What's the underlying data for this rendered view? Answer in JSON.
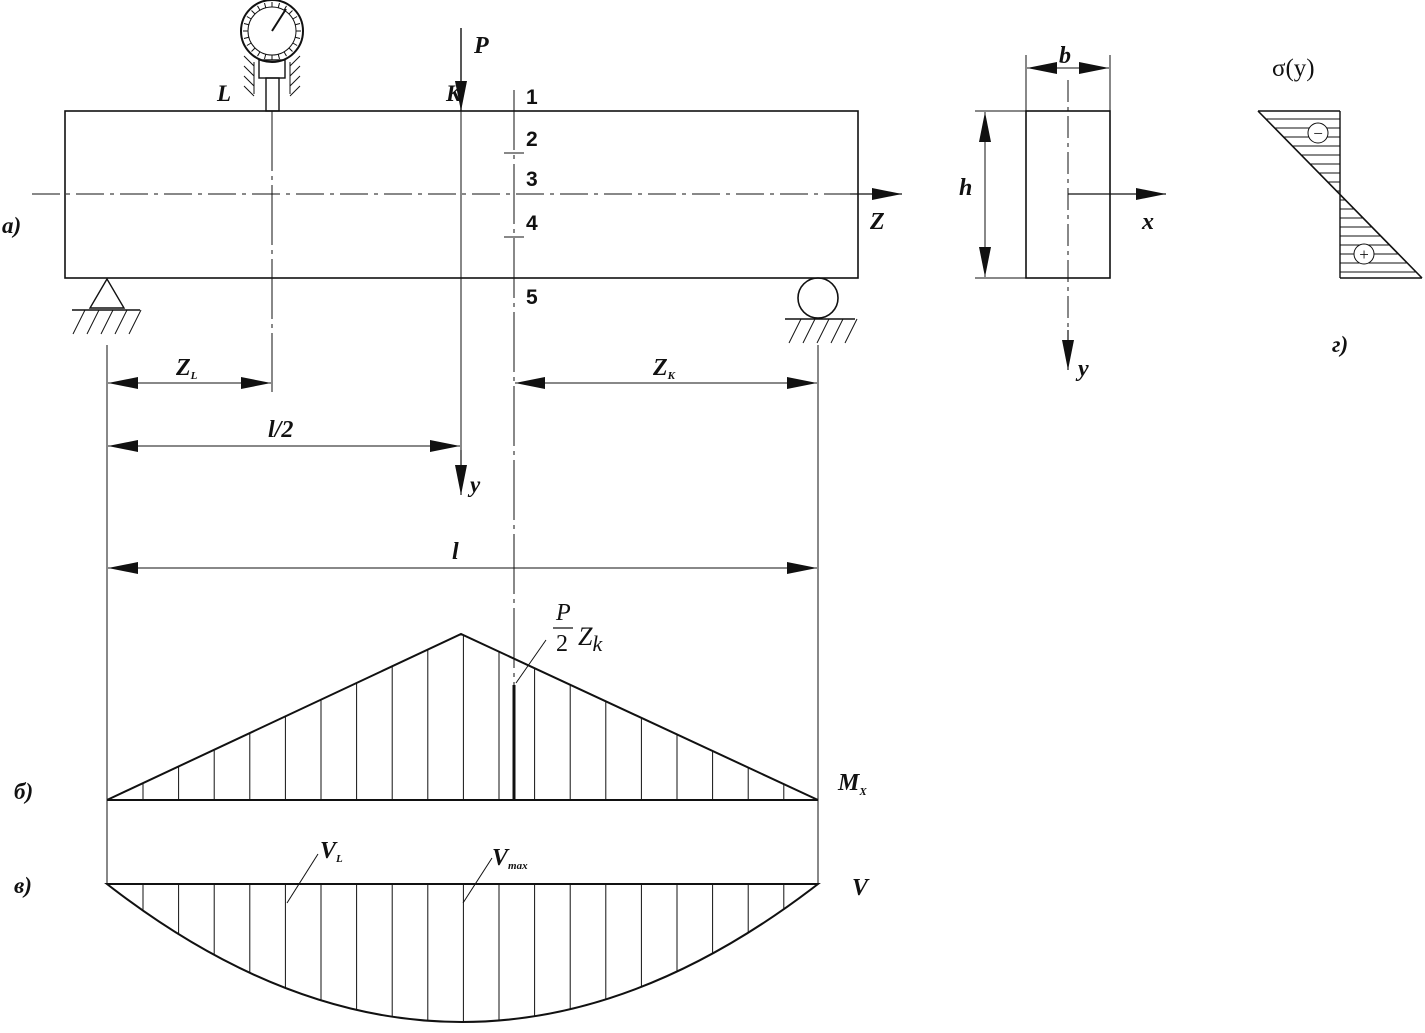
{
  "section_labels": {
    "a": "а)",
    "b": "б)",
    "v": "в)",
    "g": "г)"
  },
  "beam": {
    "load": "P",
    "point_L": "L",
    "point_K": "K",
    "axis_z": "Z",
    "axis_y": "y",
    "points": [
      "1",
      "2",
      "3",
      "4",
      "5"
    ]
  },
  "dimensions": {
    "zL_main": "Z",
    "zL_sub": "L",
    "zK_main": "Z",
    "zK_sub": "K",
    "half_span": "l/2",
    "span": "l"
  },
  "moment_diagram": {
    "label_main": "M",
    "label_sub": "X",
    "annot_num": "P",
    "annot_den": "2",
    "annot_var": "Z",
    "annot_sub": "k"
  },
  "deflection_diagram": {
    "label": "V",
    "vl_main": "V",
    "vl_sub": "L",
    "vmax_main": "V",
    "vmax_sub": "max"
  },
  "cross_section": {
    "width": "b",
    "height": "h",
    "axis_x": "x",
    "axis_y": "y"
  },
  "stress_diagram": {
    "title": "σ(y)",
    "compression_sign": "−",
    "tension_sign": "+"
  },
  "colors": {
    "ink": "#111111",
    "background": "#ffffff"
  }
}
